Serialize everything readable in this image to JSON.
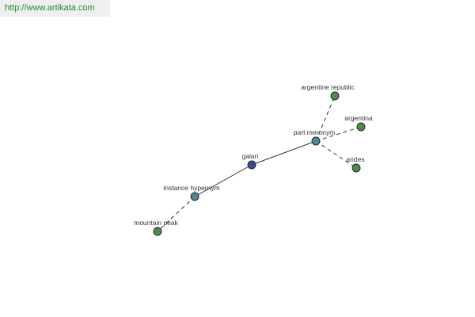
{
  "header": {
    "url": "http://www.artikata.com"
  },
  "graph": {
    "colors": {
      "center": "#3b4c8c",
      "relation": "#4a8a8a",
      "leaf": "#4e8c4a"
    },
    "nodes": [
      {
        "id": "galan",
        "label": "galan",
        "kind": "center"
      },
      {
        "id": "part_meronym",
        "label": "part meronym",
        "kind": "relation"
      },
      {
        "id": "instance_hypernym",
        "label": "instance hypernym",
        "kind": "relation"
      },
      {
        "id": "argentine_republic",
        "label": "argentine republic",
        "kind": "leaf"
      },
      {
        "id": "argentina",
        "label": "argentina",
        "kind": "leaf"
      },
      {
        "id": "andes",
        "label": "andes",
        "kind": "leaf"
      },
      {
        "id": "mountain_peak",
        "label": "mountain peak",
        "kind": "leaf"
      }
    ],
    "edges": [
      {
        "from": "galan",
        "to": "part_meronym",
        "style": "solid"
      },
      {
        "from": "galan",
        "to": "instance_hypernym",
        "style": "solid"
      },
      {
        "from": "part_meronym",
        "to": "argentine_republic",
        "style": "dashed"
      },
      {
        "from": "part_meronym",
        "to": "argentina",
        "style": "dashed"
      },
      {
        "from": "part_meronym",
        "to": "andes",
        "style": "dashed"
      },
      {
        "from": "instance_hypernym",
        "to": "mountain_peak",
        "style": "dashed"
      }
    ]
  }
}
